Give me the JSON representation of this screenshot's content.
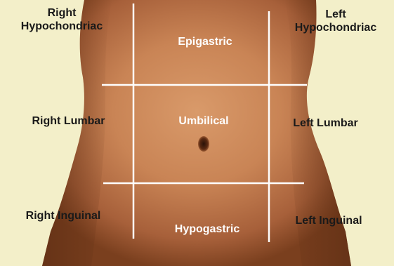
{
  "regions": {
    "right_hypochondriac": {
      "line1": "Right",
      "line2": "Hypochondriac"
    },
    "epigastric": "Epigastric",
    "left_hypochondriac": {
      "line1": "Left",
      "line2": "Hypochondriac"
    },
    "right_lumbar": "Right Lumbar",
    "umbilical": "Umbilical",
    "left_lumbar": "Left Lumbar",
    "right_inguinal": "Right Inguinal",
    "hypogastric": "Hypogastric",
    "left_inguinal": "Left Inguinal"
  },
  "colors": {
    "background": "#f3efc9",
    "skin_light": "#d99a6a",
    "skin_mid": "#b86e42",
    "skin_dark": "#7a3f1e",
    "grid_line": "#ffffff",
    "label_dark": "#1a1a1a",
    "label_light": "#ffffff"
  }
}
